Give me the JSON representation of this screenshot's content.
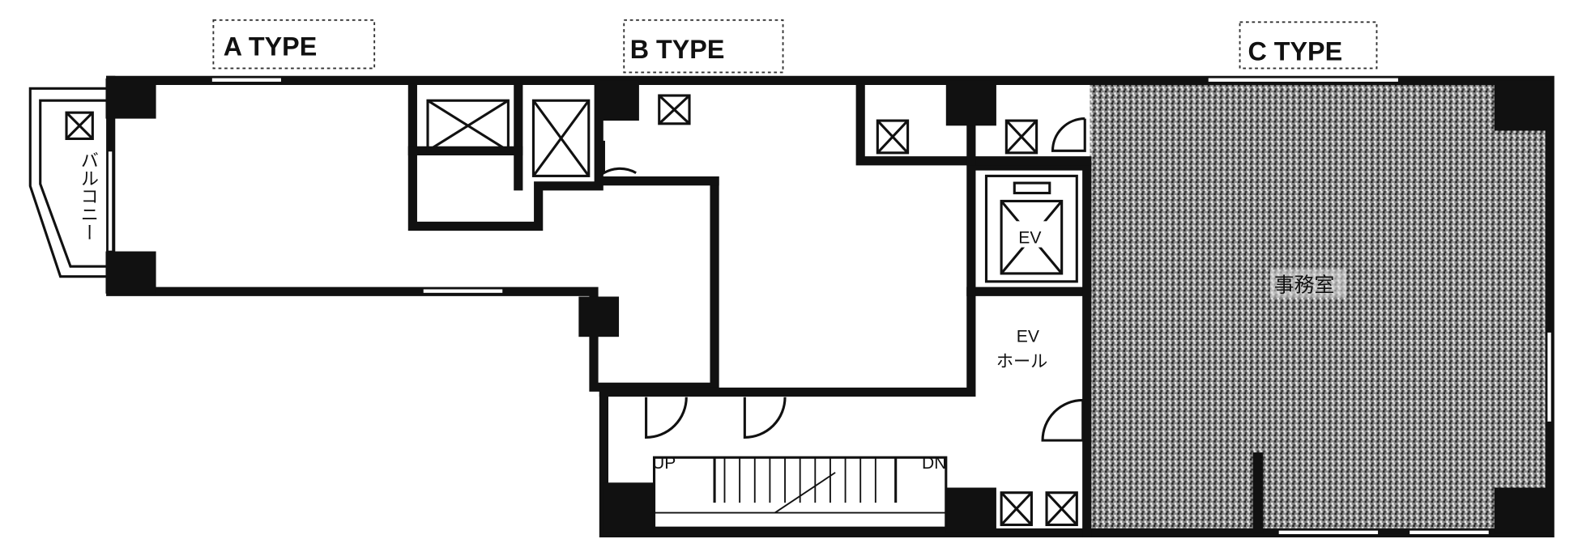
{
  "plan": {
    "type_labels": [
      "A TYPE",
      "B TYPE",
      "C TYPE"
    ],
    "balcony": "バルコニー",
    "elevator": "EV",
    "ev_hall_line1": "EV",
    "ev_hall_line2": "ホール",
    "stairs_up": "UP",
    "stairs_down": "DN",
    "office_room": "事務室"
  },
  "colors": {
    "ink": "#111111",
    "shaded": "#6f6f6f",
    "paper": "#ffffff"
  }
}
